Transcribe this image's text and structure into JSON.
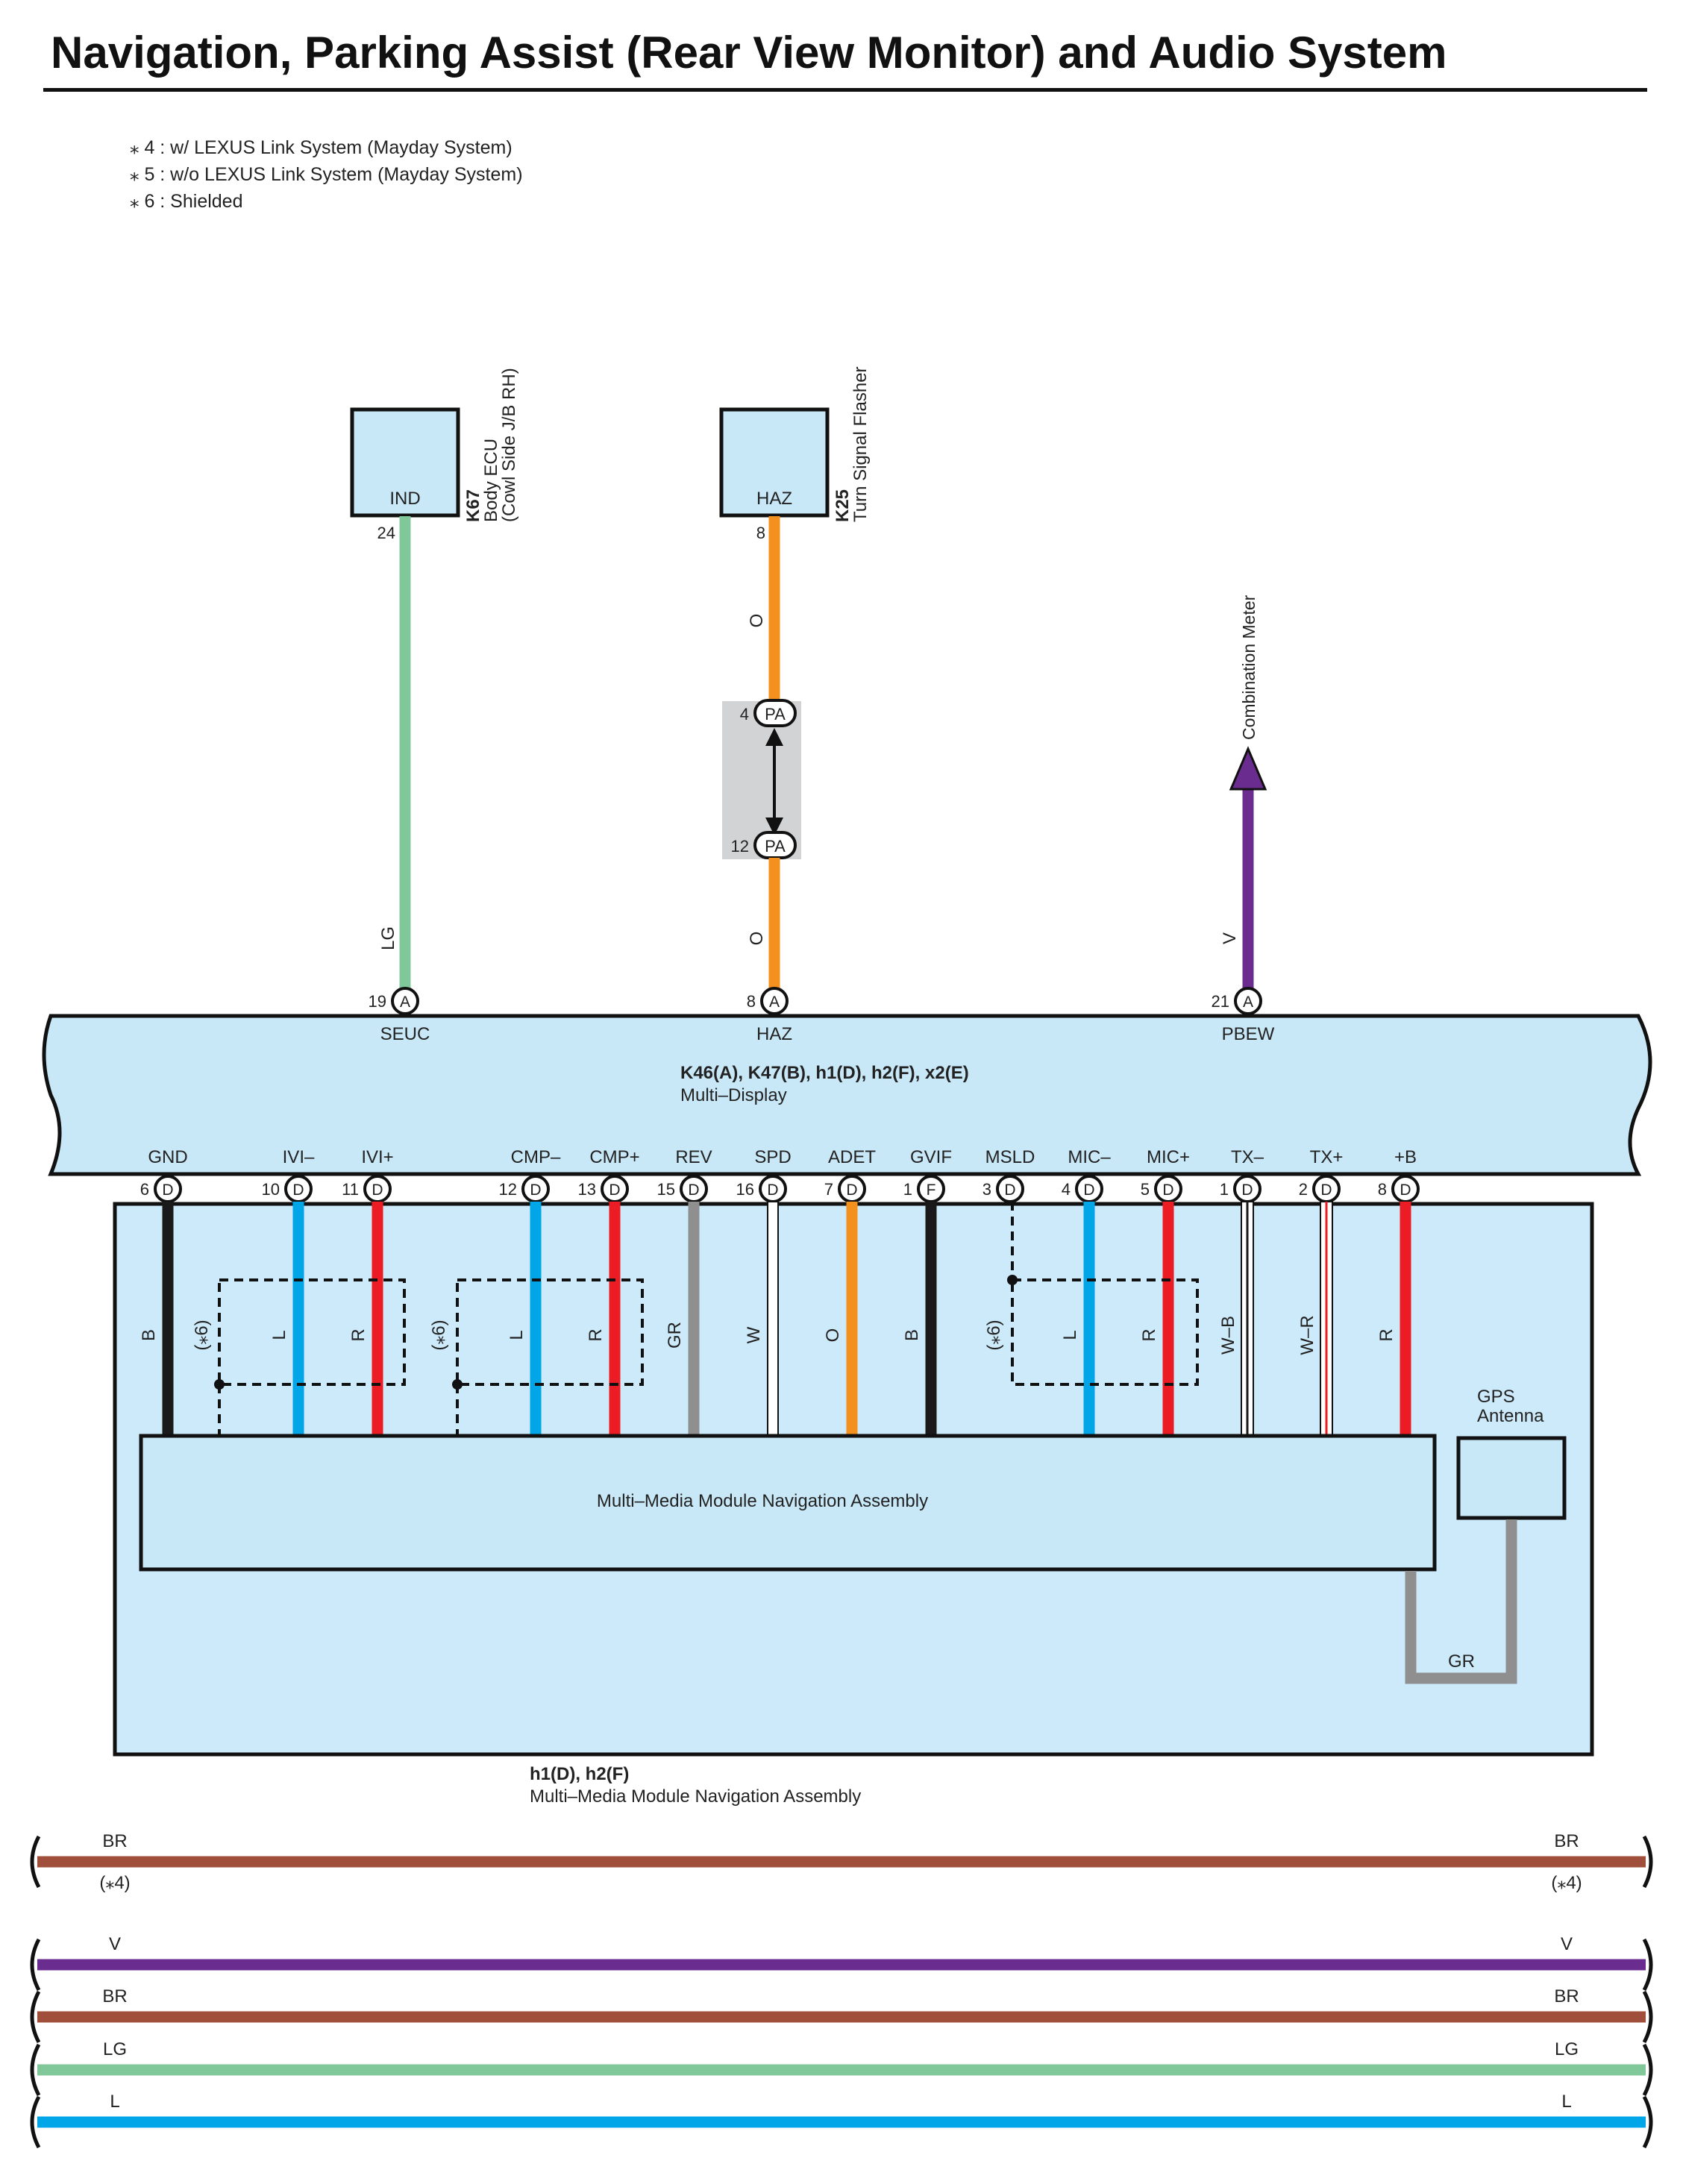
{
  "title": "Navigation, Parking Assist (Rear View Monitor) and Audio System",
  "notes": [
    "⁎ 4 : w/ LEXUS Link System (Mayday System)",
    "⁎ 5 : w/o LEXUS Link System (Mayday System)",
    "⁎ 6 : Shielded"
  ],
  "colors": {
    "box_fill": "#c8e8f8",
    "box_fill_light": "#cdeafa",
    "connector_bg": "#d2d3d5",
    "LG": "#80c89a",
    "O": "#f4901e",
    "V": "#6b2c90",
    "L": "#00a6e8",
    "R": "#ec1c24",
    "B": "#1a1a1a",
    "GR": "#8f8f8f",
    "W": "#ffffff",
    "BR": "#a0503a"
  },
  "components": {
    "k67": {
      "code": "K67",
      "name_line1": "Body ECU",
      "name_line2": "(Cowl Side J/B RH)",
      "terminal_name": "IND",
      "pin": "24"
    },
    "k25": {
      "code": "K25",
      "name_line1": "Turn Signal Flasher",
      "terminal_name": "HAZ",
      "pin": "8"
    },
    "combination_meter": {
      "label": "Combination Meter"
    },
    "inline_connector": {
      "id": "PA",
      "pin_top": "4",
      "pin_bottom": "12"
    },
    "multi_display": {
      "connectors": "K46(A), K47(B), h1(D), h2(F), x2(E)",
      "name": "Multi–Display",
      "top_terminals": [
        {
          "name": "SEUC",
          "pin": "19",
          "conn": "A",
          "wire": "LG"
        },
        {
          "name": "HAZ",
          "pin": "8",
          "conn": "A",
          "wire": "O"
        },
        {
          "name": "PBEW",
          "pin": "21",
          "conn": "A",
          "wire": "V"
        }
      ],
      "bottom_terminals": [
        {
          "name": "GND",
          "pin": "6",
          "conn": "D",
          "wire": "B"
        },
        {
          "name": "IVI–",
          "pin": "10",
          "conn": "D",
          "wire": "L"
        },
        {
          "name": "IVI+",
          "pin": "11",
          "conn": "D",
          "wire": "R"
        },
        {
          "name": "CMP–",
          "pin": "12",
          "conn": "D",
          "wire": "L"
        },
        {
          "name": "CMP+",
          "pin": "13",
          "conn": "D",
          "wire": "R"
        },
        {
          "name": "REV",
          "pin": "15",
          "conn": "D",
          "wire": "GR"
        },
        {
          "name": "SPD",
          "pin": "16",
          "conn": "D",
          "wire": "W"
        },
        {
          "name": "ADET",
          "pin": "7",
          "conn": "D",
          "wire": "O"
        },
        {
          "name": "GVIF",
          "pin": "1",
          "conn": "F",
          "wire": "B"
        },
        {
          "name": "MSLD",
          "pin": "3",
          "conn": "D",
          "wire": ""
        },
        {
          "name": "MIC–",
          "pin": "4",
          "conn": "D",
          "wire": "L"
        },
        {
          "name": "MIC+",
          "pin": "5",
          "conn": "D",
          "wire": "R"
        },
        {
          "name": "TX–",
          "pin": "1",
          "conn": "D",
          "wire": "W–B"
        },
        {
          "name": "TX+",
          "pin": "2",
          "conn": "D",
          "wire": "W–R"
        },
        {
          "name": "+B",
          "pin": "8",
          "conn": "D",
          "wire": "R"
        }
      ]
    },
    "shield_label": "(⁎6)",
    "navigation_module": {
      "name": "Multi–Media Module Navigation Assembly"
    },
    "gps_antenna": {
      "line1": "GPS",
      "line2": "Antenna",
      "wire": "GR"
    },
    "outer_module": {
      "connectors": "h1(D), h2(F)",
      "name": "Multi–Media Module Navigation Assembly"
    }
  },
  "bus_wires": [
    {
      "color": "BR",
      "label": "BR",
      "note": "(⁎4)"
    },
    {
      "color": "V",
      "label": "V",
      "note": ""
    },
    {
      "color": "BR",
      "label": "BR",
      "note": ""
    },
    {
      "color": "LG",
      "label": "LG",
      "note": ""
    },
    {
      "color": "L",
      "label": "L",
      "note": ""
    }
  ]
}
